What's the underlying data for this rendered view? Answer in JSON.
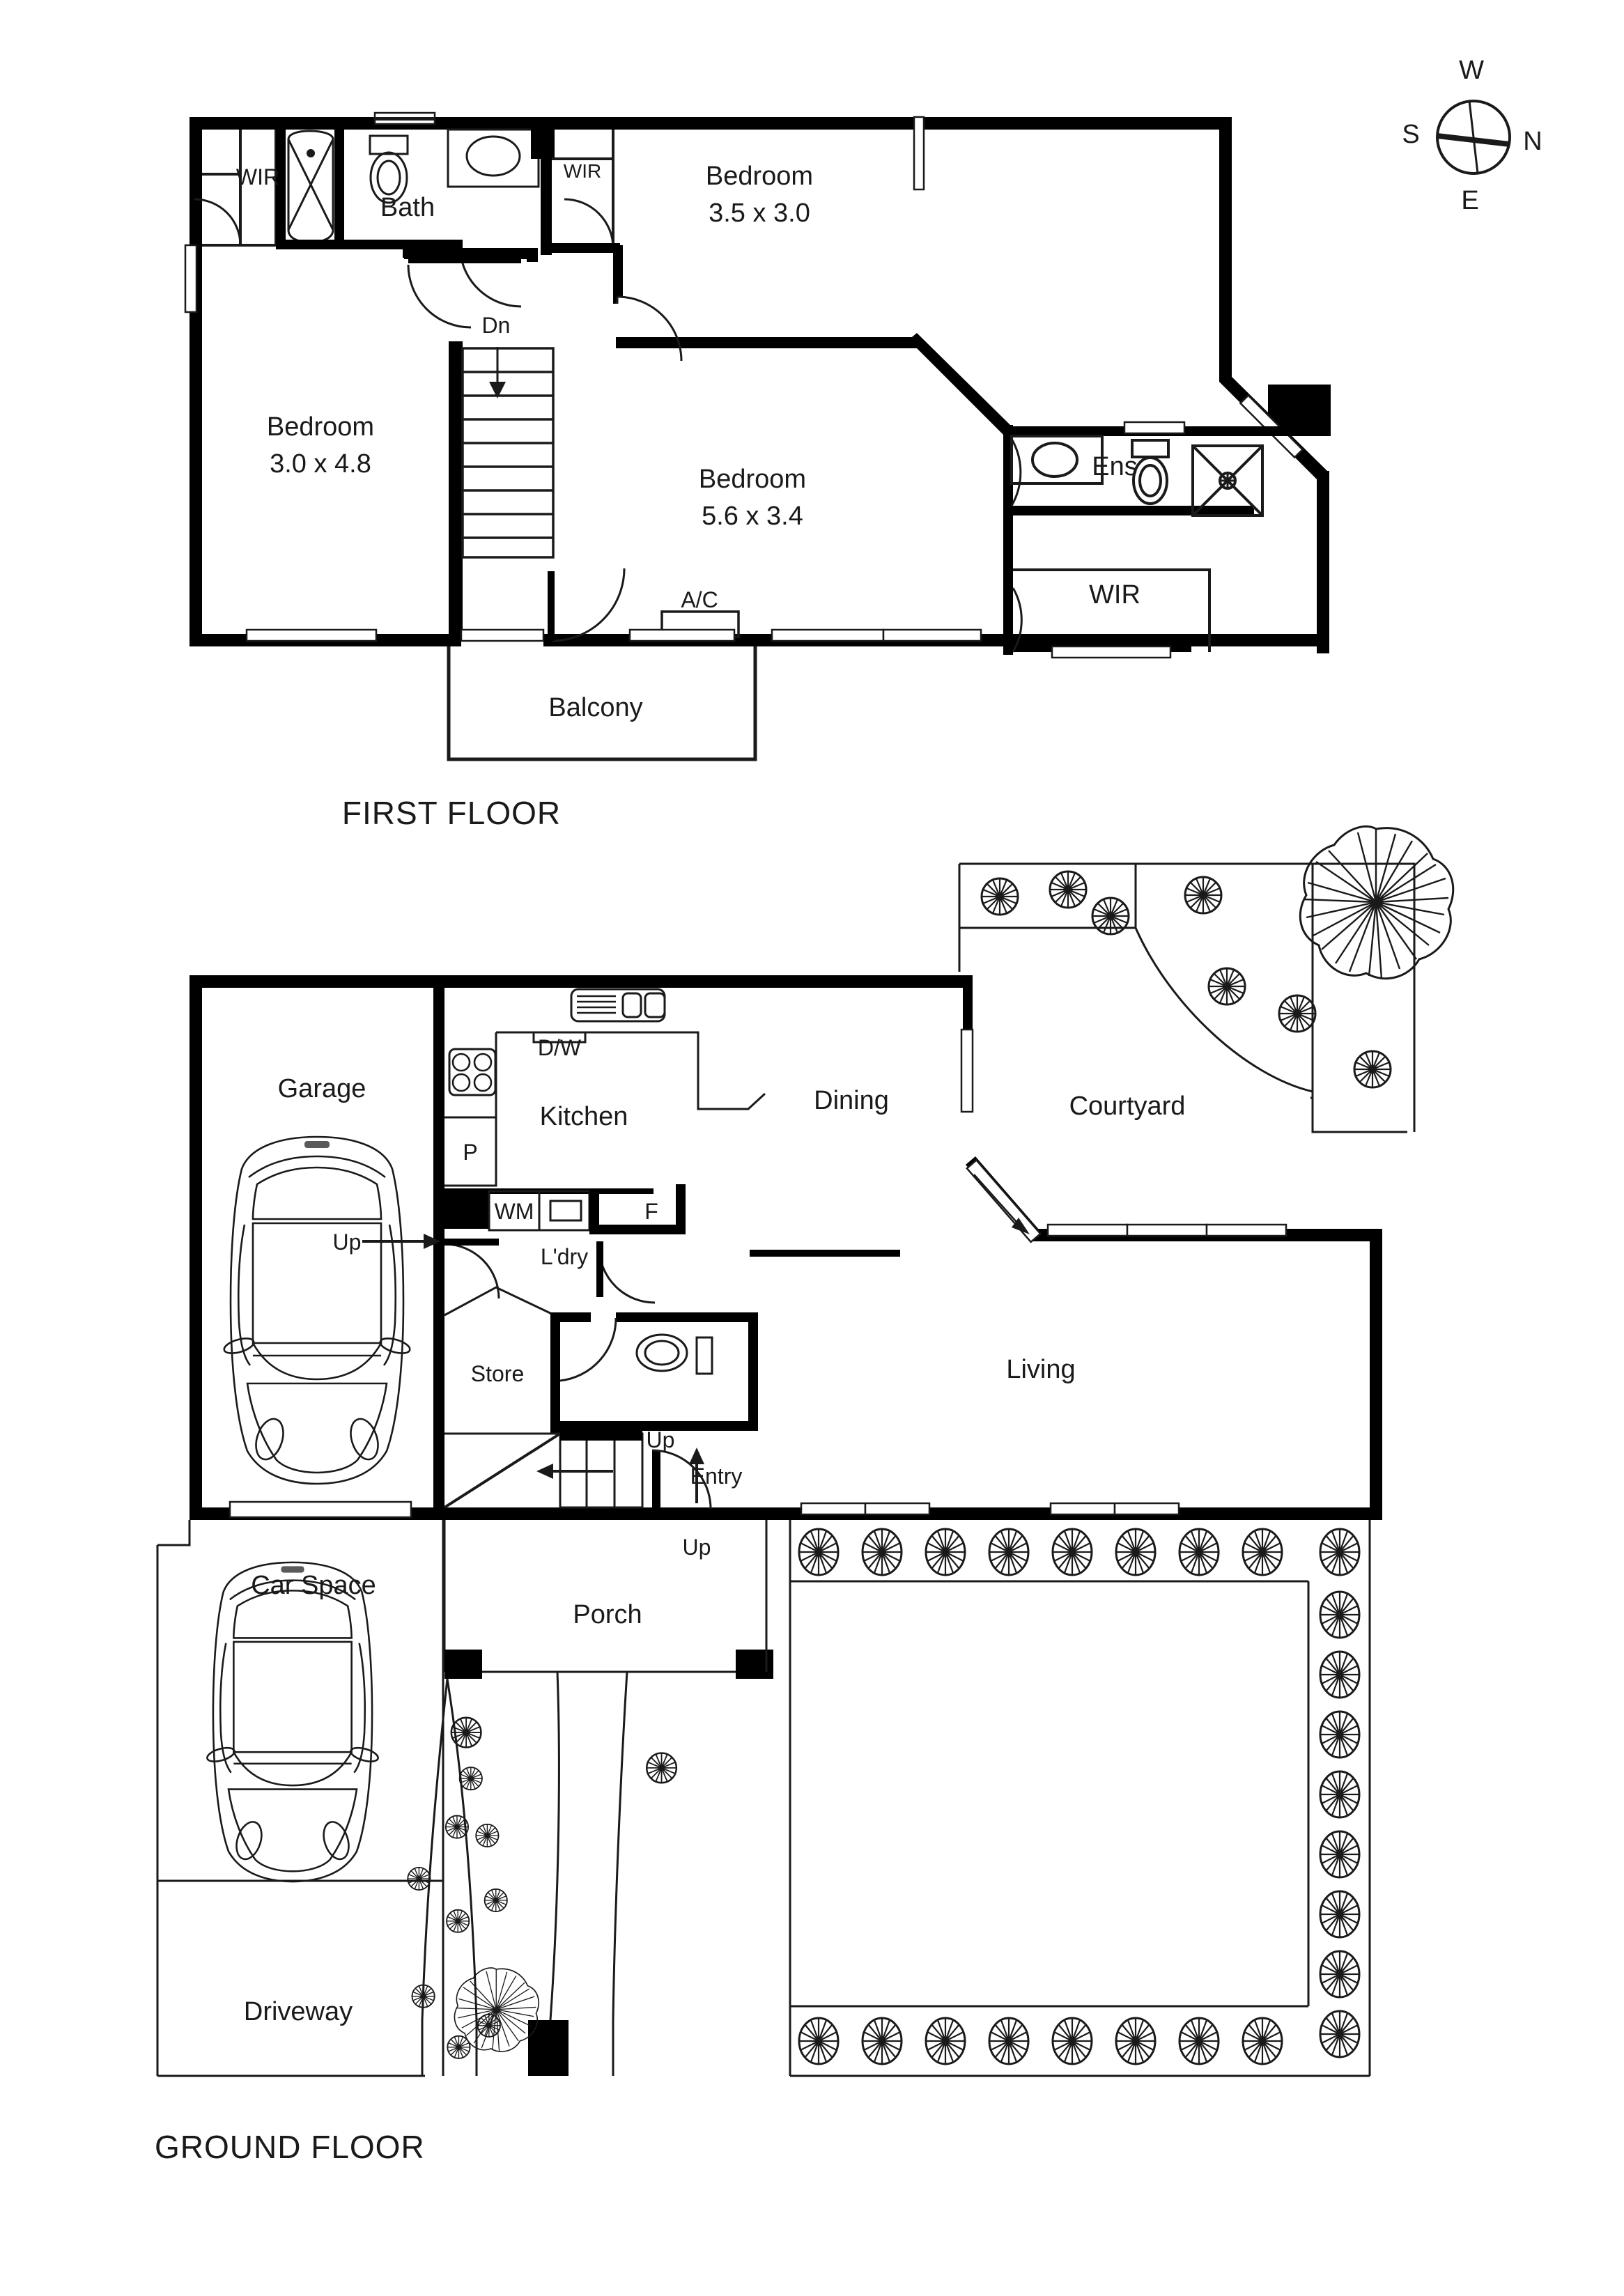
{
  "plan": {
    "title_first_floor": "FIRST FLOOR",
    "title_ground_floor": "GROUND FLOOR"
  },
  "compass": {
    "north": "N",
    "south": "S",
    "east": "E",
    "west": "W"
  },
  "first_floor": {
    "rooms": [
      {
        "name": "WIR",
        "label": "WIR"
      },
      {
        "name": "Bath",
        "label": "Bath"
      },
      {
        "name": "WIR2",
        "label": "WIR"
      },
      {
        "name": "Bedroom1",
        "label": "Bedroom",
        "dims": "3.5 x 3.0"
      },
      {
        "name": "Bedroom2",
        "label": "Bedroom",
        "dims": "3.0 x 4.8"
      },
      {
        "name": "Bedroom3",
        "label": "Bedroom",
        "dims": "5.6 x 3.4"
      },
      {
        "name": "Ens",
        "label": "Ens"
      },
      {
        "name": "WIR3",
        "label": "WIR"
      },
      {
        "name": "Balcony",
        "label": "Balcony"
      }
    ],
    "annotations": {
      "stairs_down": "Dn",
      "aircon": "A/C"
    }
  },
  "ground_floor": {
    "rooms": [
      {
        "name": "Garage",
        "label": "Garage"
      },
      {
        "name": "Kitchen",
        "label": "Kitchen"
      },
      {
        "name": "Dining",
        "label": "Dining"
      },
      {
        "name": "Courtyard",
        "label": "Courtyard"
      },
      {
        "name": "Living",
        "label": "Living"
      },
      {
        "name": "Laundry",
        "label": "L'dry"
      },
      {
        "name": "Store",
        "label": "Store"
      },
      {
        "name": "Entry",
        "label": "Entry"
      },
      {
        "name": "Porch",
        "label": "Porch"
      },
      {
        "name": "CarSpace",
        "label": "Car Space"
      },
      {
        "name": "Driveway",
        "label": "Driveway"
      }
    ],
    "appliances": {
      "dishwasher": "D/W",
      "pantry": "P",
      "washing_machine": "WM",
      "fridge": "F"
    },
    "annotations": {
      "stairs_up_laundry": "Up",
      "stairs_up_hall": "Up",
      "stairs_up_entry": "Up"
    }
  },
  "colors": {
    "wall": "#000000",
    "line": "#1a1a1a",
    "paper": "#ffffff"
  }
}
